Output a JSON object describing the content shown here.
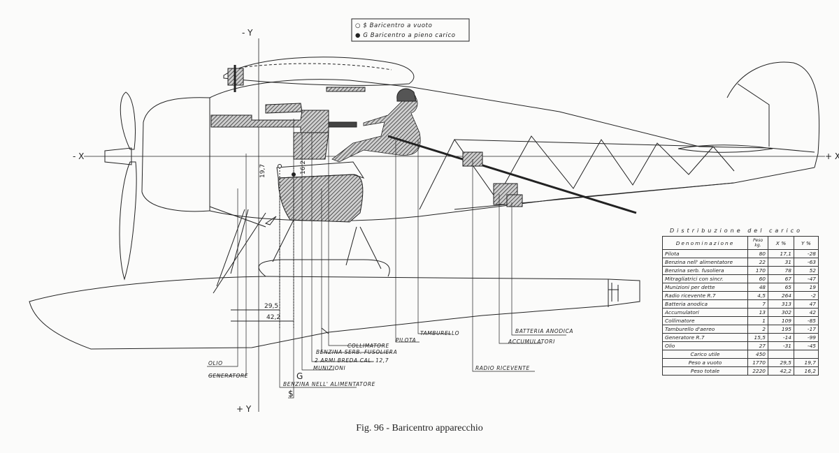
{
  "legend": {
    "empty_cg": "○ $ Baricentro a vuoto",
    "full_cg": "● G Baricentro a pieno carico"
  },
  "axes": {
    "y_top": "- Y",
    "y_bottom": "+ Y",
    "x_left": "- X",
    "x_right": "+ X"
  },
  "dimensions": {
    "d1": "29,5",
    "d2": "42,2",
    "d3": "19,7",
    "d4": "16,2"
  },
  "markers": {
    "g": "G",
    "s": "$"
  },
  "labels": {
    "olio": "Olio",
    "generatore": "Generatore",
    "benzina_alimentatore": "Benzina nell' alimentatore",
    "munizioni": "Munizioni",
    "armi": "2 armi Breda cal. 12,7",
    "benzina_fusoliera": "Benzina serb. fusoliera",
    "collimatore": "Collimatore",
    "pilota": "Pilota",
    "tamburello": "Tamburello",
    "radio": "Radio ricevente",
    "accumulatori": "Accumulatori",
    "batteria": "Batteria anodica"
  },
  "table": {
    "title": "Distribuzione del carico",
    "headers": [
      "Denominazione",
      "Peso kg.",
      "X %",
      "Y %"
    ],
    "rows": [
      [
        "Pilota",
        "80",
        "17,1",
        "-28"
      ],
      [
        "Benzina nell' alimentatore",
        "22",
        "31",
        "-63"
      ],
      [
        "Benzina serb. fusoliera",
        "170",
        "78",
        "52"
      ],
      [
        "Mitragliatrici con sincr.",
        "60",
        "67",
        "-47"
      ],
      [
        "Munizioni per dette",
        "48",
        "65",
        "19"
      ],
      [
        "Radio ricevente R.7",
        "4,5",
        "264",
        "-2"
      ],
      [
        "Batteria anodica",
        "7",
        "313",
        "47"
      ],
      [
        "Accumulatori",
        "13",
        "302",
        "42"
      ],
      [
        "Collimatore",
        "1",
        "109",
        "-85"
      ],
      [
        "Tamburello d'aereo",
        "2",
        "195",
        "-17"
      ],
      [
        "Generatore R.7",
        "15,5",
        "-14",
        "-99"
      ],
      [
        "Olio",
        "27",
        "-31",
        "-45"
      ]
    ],
    "totals": [
      [
        "Carico utile",
        "450",
        "",
        ""
      ],
      [
        "Peso a vuoto",
        "1770",
        "29,5",
        "19,7"
      ],
      [
        "Peso totale",
        "2220",
        "42,2",
        "16,2"
      ]
    ]
  },
  "caption": "Fig. 96 - Baricentro apparecchio"
}
